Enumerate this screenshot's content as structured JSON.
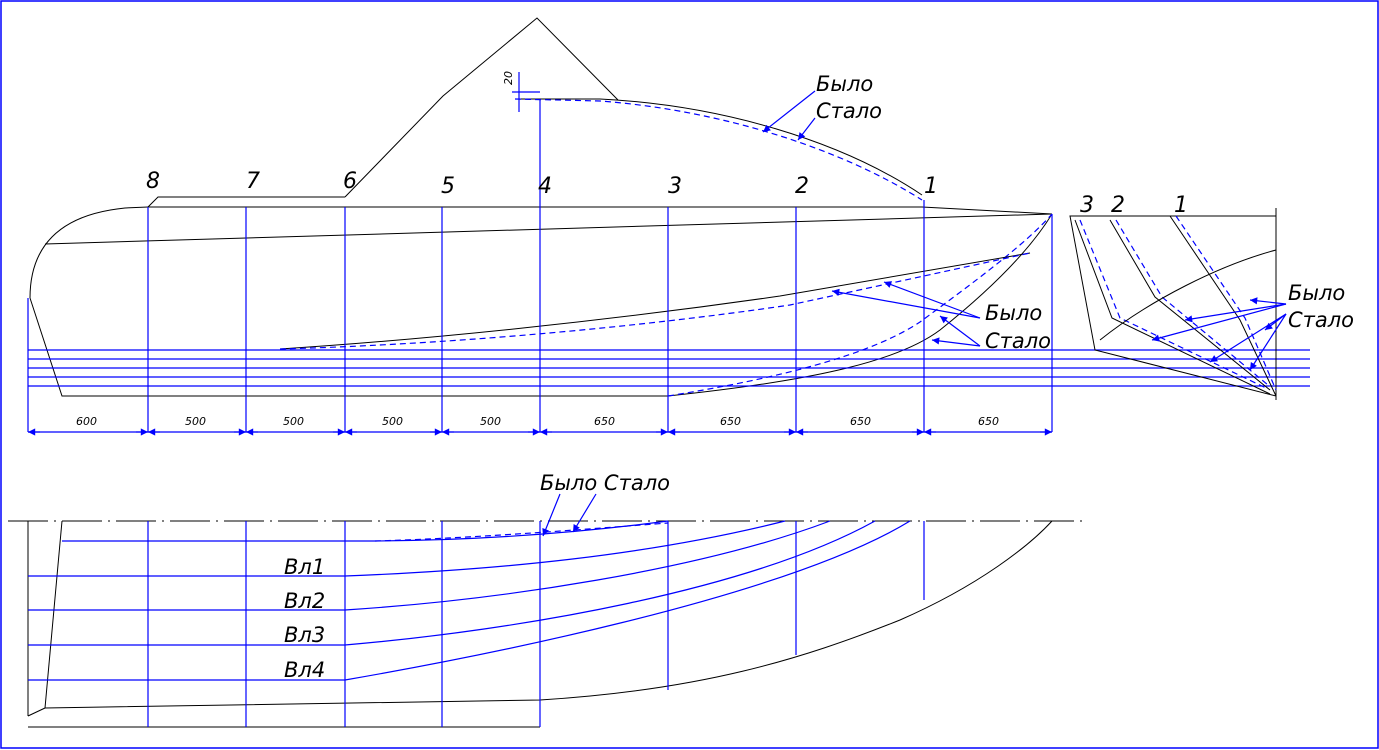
{
  "labels": {
    "bylo": "Было",
    "stalo": "Стало",
    "bylo_stalo": "Было Стало",
    "dim_20": "20"
  },
  "stations": [
    "8",
    "7",
    "6",
    "5",
    "4",
    "3",
    "2",
    "1"
  ],
  "section_stations": [
    "3",
    "2",
    "1"
  ],
  "dimensions": [
    "600",
    "500",
    "500",
    "500",
    "500",
    "650",
    "650",
    "650",
    "650"
  ],
  "waterlines": [
    "Вл1",
    "Вл2",
    "Вл3",
    "Вл4"
  ],
  "colors": {
    "frame": "#0000ff",
    "lines": "#0000ff",
    "outline": "#000000"
  }
}
